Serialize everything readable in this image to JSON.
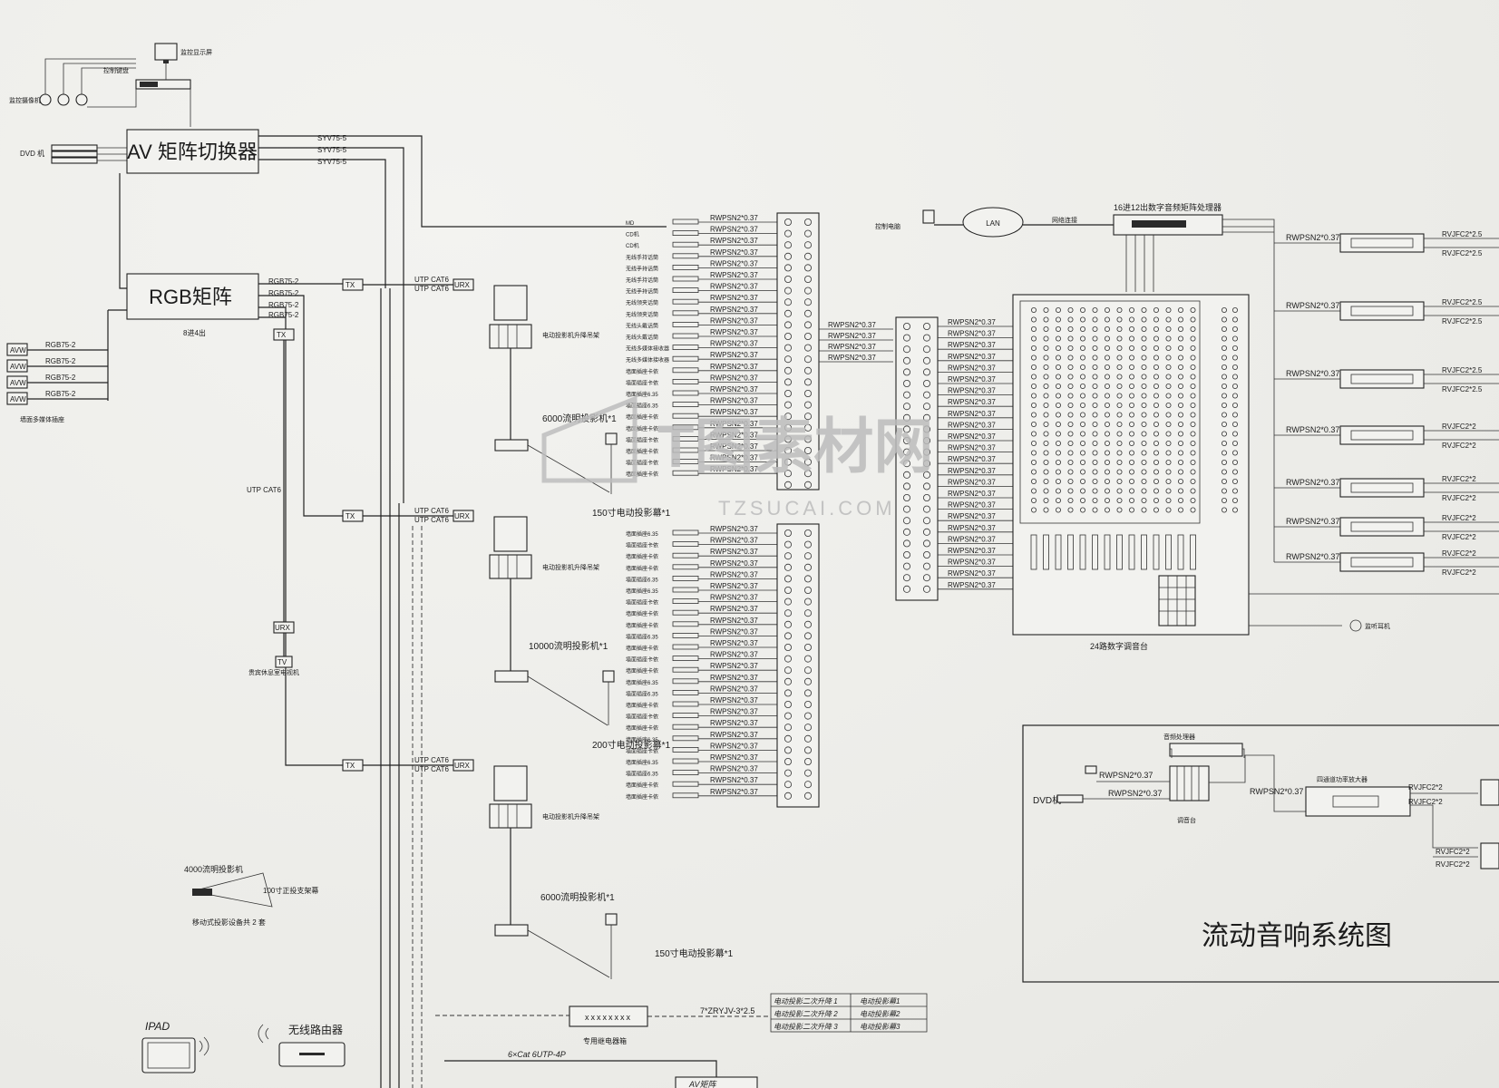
{
  "video": {
    "monitor": "监控显示屏",
    "keyboard": "控制键盘",
    "cameras": "监控摄像机",
    "dvd": "DVD 机",
    "av_matrix": "AV 矩阵切换器",
    "syv": [
      "SYV75-5",
      "SYV75-5",
      "SYV75-5"
    ],
    "rgb_matrix": "RGB矩阵",
    "rgb_sub": "8进4出",
    "rgb_out": [
      "RGB75-2",
      "RGB75-2",
      "RGB75-2",
      "RGB75-2"
    ],
    "avw": [
      "AVW",
      "AVW",
      "AVW",
      "AVW"
    ],
    "rgb_in": [
      "RGB75-2",
      "RGB75-2",
      "RGB75-2",
      "RGB75-2"
    ],
    "wall_sources": "墙面多媒体插座",
    "utp_vertical": "UTP CAT6",
    "tx": "TX",
    "urx": "URX",
    "tv": "TV",
    "tv_label": "贵宾休息室电视机",
    "utp": "UTP CAT6"
  },
  "projection": {
    "lift_label": "电动投影机升降吊架",
    "projectors": [
      "6000流明投影机*1",
      "10000流明投影机*1",
      "6000流明投影机*1"
    ],
    "screens": [
      "150寸电动投影幕*1",
      "200寸电动投影幕*1",
      "150寸电动投影幕*1"
    ],
    "portable_projector": "4000流明投影机",
    "portable_screen": "100寸正投支架幕",
    "portable_note": "移动式投影设备共 2 套"
  },
  "audio": {
    "upper_sources": [
      "MD",
      "CD机",
      "CD机",
      "无线手持话筒",
      "无线手持话筒",
      "无线手持话筒",
      "无线手持话筒",
      "无线领夹话筒",
      "无线领夹话筒",
      "无线头戴话筒",
      "无线头戴话筒",
      "无线多媒体接收器",
      "无线多媒体接收器",
      "墙面插座卡侬",
      "墙面插座卡侬",
      "墙面插座6.35",
      "墙面插座6.35",
      "墙面插座卡侬",
      "墙面插座卡侬",
      "墙面插座卡侬",
      "墙面插座卡侬",
      "墙面插座卡侬",
      "墙面插座卡侬"
    ],
    "lower_sources": [
      "墙面插座6.35",
      "墙面插座卡侬",
      "墙面插座卡侬",
      "墙面插座卡侬",
      "墙面插座6.35",
      "墙面插座6.35",
      "墙面插座卡侬",
      "墙面插座卡侬",
      "墙面插座卡侬",
      "墙面插座6.35",
      "墙面插座卡侬",
      "墙面插座卡侬",
      "墙面插座卡侬",
      "墙面插座6.35",
      "墙面插座6.35",
      "墙面插座卡侬",
      "墙面插座卡侬",
      "墙面插座卡侬",
      "墙面插座6.35",
      "墙面插座卡侬",
      "墙面插座6.35",
      "墙面插座6.35",
      "墙面插座卡侬",
      "墙面插座卡侬"
    ],
    "cable": "RWPSN2*0.37",
    "control_pc": "控制电脑",
    "lan": "LAN",
    "lan_note": "网络连接",
    "processor": "16进12出数字音频矩阵处理器",
    "console": "24路数字调音台",
    "amp_out": [
      "RVJFC2*2.5",
      "RVJFC2*2.5",
      "RVJFC2*2.5",
      "RVJFC2*2.5",
      "RVJFC2*2.5",
      "RVJFC2*2.5",
      "RVJFC2*2",
      "RVJFC2*2",
      "RVJFC2*2",
      "RVJFC2*2",
      "RVJFC2*2",
      "RVJFC2*2",
      "RVJFC2*2",
      "RVJFC2*2"
    ],
    "headphone": "监听耳机"
  },
  "mobile": {
    "title": "流动音响系统图",
    "processor": "音频处理器",
    "cable": "RWPSN2*0.37",
    "dvd": "DVD机",
    "mixer": "调音台",
    "amp": "四通道功率放大器",
    "spk_cable": [
      "RVJFC2*2",
      "RVJFC2*2",
      "RVJFC2*2",
      "RVJFC2*2"
    ]
  },
  "control": {
    "relay_box": "专用继电器箱",
    "relay_cable": "7*ZRYJV-3*2.5",
    "cat6": "6×Cat 6UTP-4P",
    "av_matrix": "AV矩阵",
    "ipad": "IPAD",
    "router": "无线路由器",
    "table": [
      [
        "电动投影二次升降 1",
        "电动投影幕1"
      ],
      [
        "电动投影二次升降 2",
        "电动投影幕2"
      ],
      [
        "电动投影二次升降 3",
        "电动投影幕3"
      ]
    ]
  },
  "watermark": {
    "brand": "T图素材网",
    "url": "TZSUCAI.COM"
  }
}
